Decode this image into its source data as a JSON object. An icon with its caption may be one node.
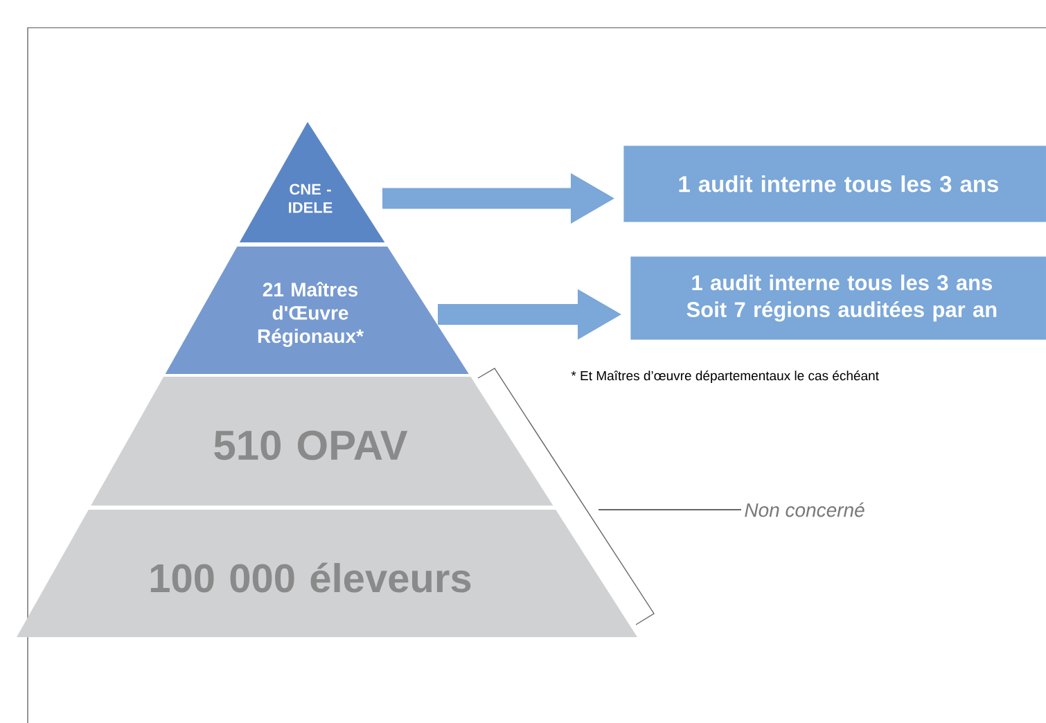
{
  "diagram": {
    "nodes": [
      {
        "text": [
          "CNE - IDELE"
        ]
      },
      {
        "text": [
          "21 Maîtres d'Œuvre Régionaux*"
        ]
      },
      {
        "text": [
          "510 OPAV"
        ]
      },
      {
        "text": [
          "100 000 éleveurs"
        ]
      },
      {
        "text": [
          "1 audit interne tous les 3 ans"
        ]
      },
      {
        "text": [
          "1 audit interne tous les 3 ans Soit 7 régions auditées par an"
        ]
      },
      {
        "text": [
          "Non concerné"
        ]
      }
    ],
    "edges": [
      {
        "from": 0,
        "to": 4,
        "arrow": "to"
      },
      {
        "from": 1,
        "to": 5,
        "arrow": "to"
      },
      {
        "from": 6,
        "to": null,
        "arrow": "none",
        "color": "#666666"
      }
    ],
    "labels": [
      "* Et Maîtres d’œuvre départementaux le cas échéant"
    ]
  }
}
